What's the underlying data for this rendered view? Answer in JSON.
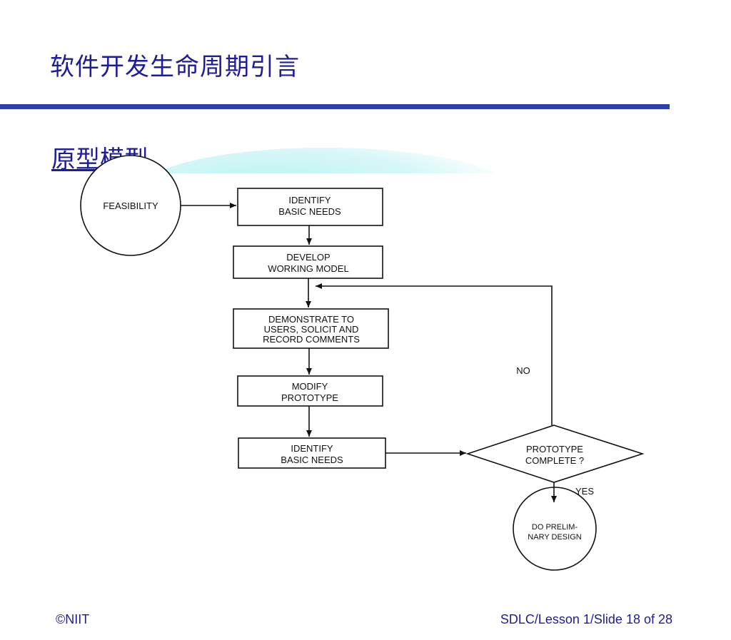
{
  "slide": {
    "title": "软件开发生命周期引言",
    "subtitle": "原型模型",
    "footer_left": "©NIIT",
    "footer_right": "SDLC/Lesson 1/Slide 18 of 28"
  },
  "diagram": {
    "feasibility": "FEASIBILITY",
    "identify_needs_1": [
      "IDENTIFY",
      "BASIC NEEDS"
    ],
    "develop_model": [
      "DEVELOP",
      "WORKING MODEL"
    ],
    "demonstrate": [
      "DEMONSTRATE TO",
      "USERS, SOLICIT AND",
      "RECORD COMMENTS"
    ],
    "modify": [
      "MODIFY",
      "PROTOTYPE"
    ],
    "identify_needs_2": [
      "IDENTIFY",
      "BASIC NEEDS"
    ],
    "decision": [
      "PROTOTYPE",
      "COMPLETE ?"
    ],
    "no_label": "NO",
    "yes_label": "YES",
    "preliminary": [
      "DO PRELIM-",
      "NARY DESIGN"
    ]
  },
  "colors": {
    "title": "#1d1d99",
    "rule": "#2f3fa6",
    "swoosh": "#bff3f3",
    "ink": "#111111"
  }
}
